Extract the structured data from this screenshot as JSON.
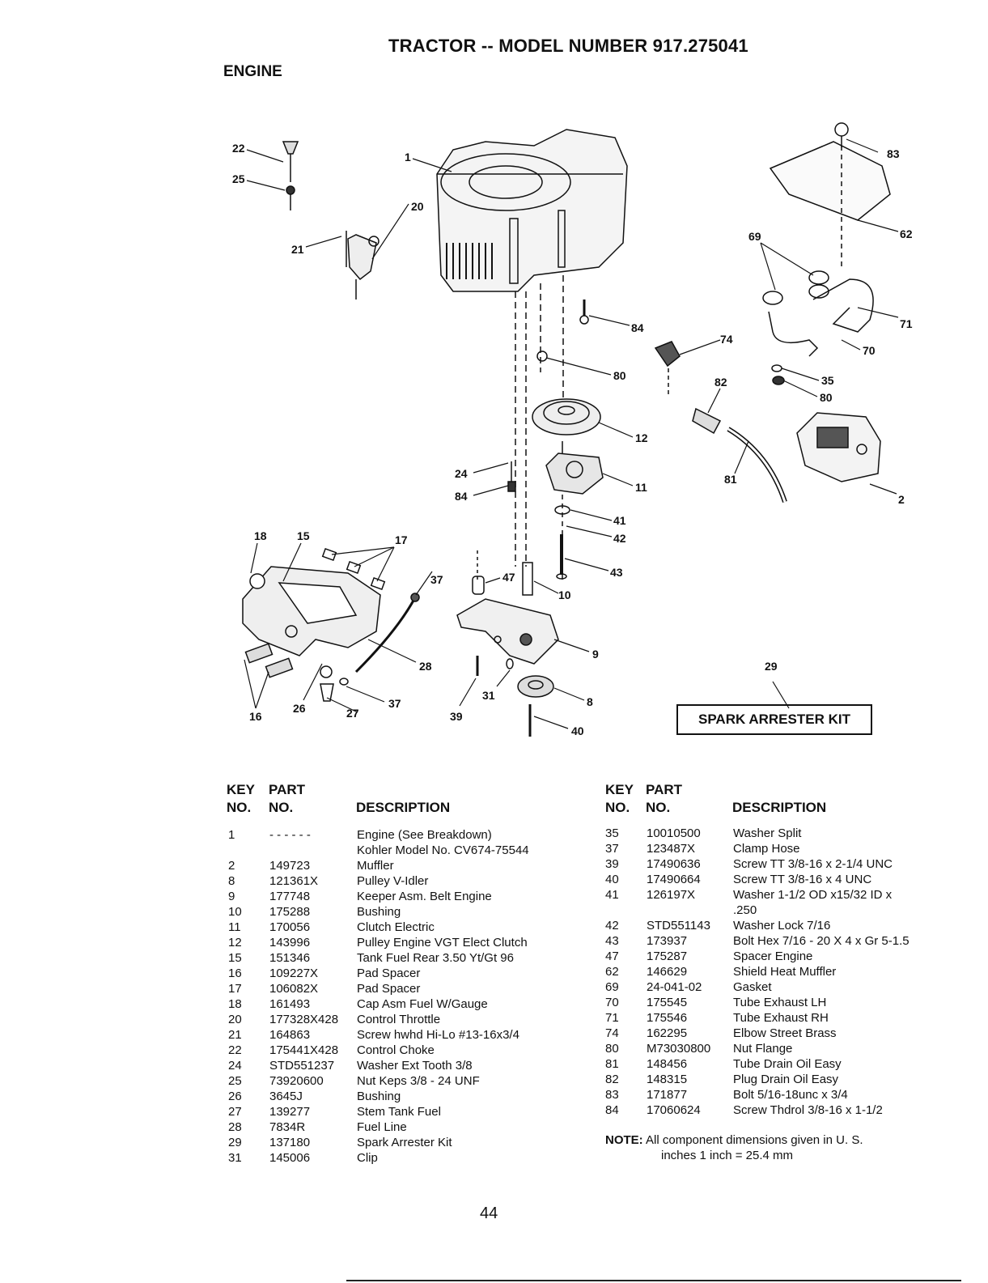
{
  "title": "TRACTOR -- MODEL NUMBER 917.275041",
  "section": "ENGINE",
  "kit_label": "SPARK ARRESTER KIT",
  "callouts": [
    {
      "id": "c22",
      "text": "22"
    },
    {
      "id": "c25",
      "text": "25"
    },
    {
      "id": "c1",
      "text": "1"
    },
    {
      "id": "c21",
      "text": "21"
    },
    {
      "id": "c20",
      "text": "20"
    },
    {
      "id": "c83",
      "text": "83"
    },
    {
      "id": "c62",
      "text": "62"
    },
    {
      "id": "c69",
      "text": "69"
    },
    {
      "id": "c71",
      "text": "71"
    },
    {
      "id": "c70",
      "text": "70"
    },
    {
      "id": "c84a",
      "text": "84"
    },
    {
      "id": "c74",
      "text": "74"
    },
    {
      "id": "c80a",
      "text": "80"
    },
    {
      "id": "c82",
      "text": "82"
    },
    {
      "id": "c35",
      "text": "35"
    },
    {
      "id": "c80b",
      "text": "80"
    },
    {
      "id": "c12",
      "text": "12"
    },
    {
      "id": "c24",
      "text": "24"
    },
    {
      "id": "c84b",
      "text": "84"
    },
    {
      "id": "c11",
      "text": "11"
    },
    {
      "id": "c81",
      "text": "81"
    },
    {
      "id": "c2",
      "text": "2"
    },
    {
      "id": "c41",
      "text": "41"
    },
    {
      "id": "c42",
      "text": "42"
    },
    {
      "id": "c18",
      "text": "18"
    },
    {
      "id": "c15",
      "text": "15"
    },
    {
      "id": "c17",
      "text": "17"
    },
    {
      "id": "c37a",
      "text": "37"
    },
    {
      "id": "c47",
      "text": "47"
    },
    {
      "id": "c43",
      "text": "43"
    },
    {
      "id": "c10",
      "text": "10"
    },
    {
      "id": "c9",
      "text": "9"
    },
    {
      "id": "c28",
      "text": "28"
    },
    {
      "id": "c29",
      "text": "29"
    },
    {
      "id": "c31",
      "text": "31"
    },
    {
      "id": "c8",
      "text": "8"
    },
    {
      "id": "c37b",
      "text": "37"
    },
    {
      "id": "c16",
      "text": "16"
    },
    {
      "id": "c26",
      "text": "26"
    },
    {
      "id": "c27",
      "text": "27"
    },
    {
      "id": "c39",
      "text": "39"
    },
    {
      "id": "c40",
      "text": "40"
    }
  ],
  "table_headers": {
    "key_line1": "KEY",
    "key_line2": "NO.",
    "part_line1": "PART",
    "part_line2": "NO.",
    "description": "DESCRIPTION"
  },
  "parts_left": [
    {
      "key": "1",
      "part": "- - - - - -",
      "desc": "Engine (See Breakdown)"
    },
    {
      "key": "",
      "part": "",
      "desc": "Kohler Model No. CV674-75544"
    },
    {
      "key": "2",
      "part": "149723",
      "desc": "Muffler"
    },
    {
      "key": "8",
      "part": "121361X",
      "desc": "Pulley V-Idler"
    },
    {
      "key": "9",
      "part": "177748",
      "desc": "Keeper Asm. Belt Engine"
    },
    {
      "key": "10",
      "part": "175288",
      "desc": "Bushing"
    },
    {
      "key": "11",
      "part": "170056",
      "desc": "Clutch Electric"
    },
    {
      "key": "12",
      "part": "143996",
      "desc": "Pulley Engine VGT Elect Clutch"
    },
    {
      "key": "15",
      "part": "151346",
      "desc": "Tank Fuel Rear 3.50 Yt/Gt 96"
    },
    {
      "key": "16",
      "part": "109227X",
      "desc": "Pad Spacer"
    },
    {
      "key": "17",
      "part": "106082X",
      "desc": "Pad Spacer"
    },
    {
      "key": "18",
      "part": "161493",
      "desc": "Cap Asm Fuel W/Gauge"
    },
    {
      "key": "20",
      "part": "177328X428",
      "desc": "Control Throttle"
    },
    {
      "key": "21",
      "part": "164863",
      "desc": "Screw hwhd Hi-Lo #13-16x3/4"
    },
    {
      "key": "22",
      "part": "175441X428",
      "desc": "Control Choke"
    },
    {
      "key": "24",
      "part": "STD551237",
      "desc": "Washer Ext Tooth 3/8"
    },
    {
      "key": "25",
      "part": "73920600",
      "desc": "Nut Keps 3/8 - 24 UNF"
    },
    {
      "key": "26",
      "part": "3645J",
      "desc": "Bushing"
    },
    {
      "key": "27",
      "part": "139277",
      "desc": "Stem Tank Fuel"
    },
    {
      "key": "28",
      "part": "7834R",
      "desc": "Fuel Line"
    },
    {
      "key": "29",
      "part": "137180",
      "desc": "Spark Arrester Kit"
    },
    {
      "key": "31",
      "part": "145006",
      "desc": "Clip"
    }
  ],
  "parts_right": [
    {
      "key": "35",
      "part": "10010500",
      "desc": "Washer Split"
    },
    {
      "key": "37",
      "part": "123487X",
      "desc": "Clamp Hose"
    },
    {
      "key": "39",
      "part": "17490636",
      "desc": "Screw TT  3/8-16 x 2-1/4 UNC"
    },
    {
      "key": "40",
      "part": "17490664",
      "desc": "Screw TT 3/8-16 x 4 UNC"
    },
    {
      "key": "41",
      "part": "126197X",
      "desc": "Washer 1-1/2 OD x15/32 ID x"
    },
    {
      "key": "",
      "part": "",
      "desc": ".250"
    },
    {
      "key": "42",
      "part": "STD551143",
      "desc": "Washer Lock 7/16"
    },
    {
      "key": "43",
      "part": "173937",
      "desc": "Bolt Hex 7/16 - 20 X 4 x Gr 5-1.5"
    },
    {
      "key": "47",
      "part": "175287",
      "desc": "Spacer Engine"
    },
    {
      "key": "62",
      "part": "146629",
      "desc": "Shield Heat Muffler"
    },
    {
      "key": "69",
      "part": "24-041-02",
      "desc": "Gasket"
    },
    {
      "key": "70",
      "part": "175545",
      "desc": "Tube Exhaust LH"
    },
    {
      "key": "71",
      "part": "175546",
      "desc": "Tube Exhaust RH"
    },
    {
      "key": "74",
      "part": "162295",
      "desc": "Elbow Street Brass"
    },
    {
      "key": "80",
      "part": "M73030800",
      "desc": "Nut Flange"
    },
    {
      "key": "81",
      "part": "148456",
      "desc": "Tube Drain Oil Easy"
    },
    {
      "key": "82",
      "part": "148315",
      "desc": "Plug Drain Oil Easy"
    },
    {
      "key": "83",
      "part": "171877",
      "desc": "Bolt 5/16-18unc x 3/4"
    },
    {
      "key": "84",
      "part": "17060624",
      "desc": "Screw Thdrol 3/8-16 x 1-1/2"
    }
  ],
  "note_label": "NOTE:",
  "note_line1": "All component dimensions given in U. S.",
  "note_line2": "inches 1 inch = 25.4 mm",
  "page_number": "44"
}
